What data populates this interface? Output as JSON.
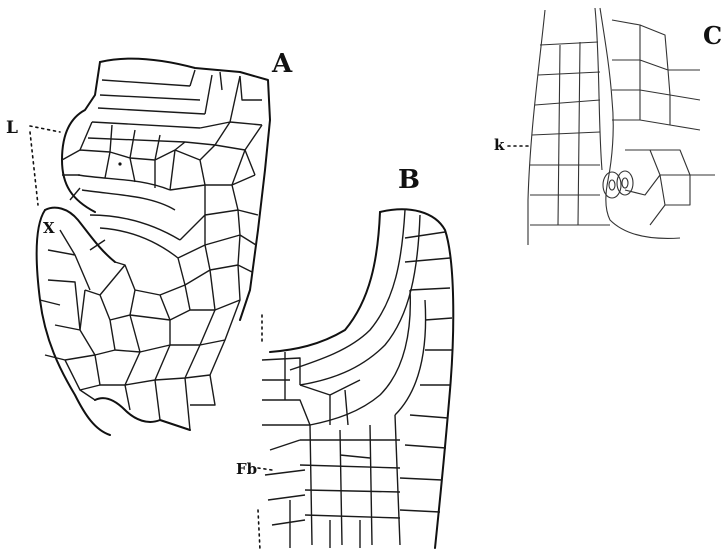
{
  "panels": {
    "a": {
      "label": "A"
    },
    "b": {
      "label": "B"
    },
    "c": {
      "label": "C"
    }
  },
  "callouts": {
    "l": "L",
    "x": "X",
    "k": "k",
    "fb": "Fb"
  }
}
